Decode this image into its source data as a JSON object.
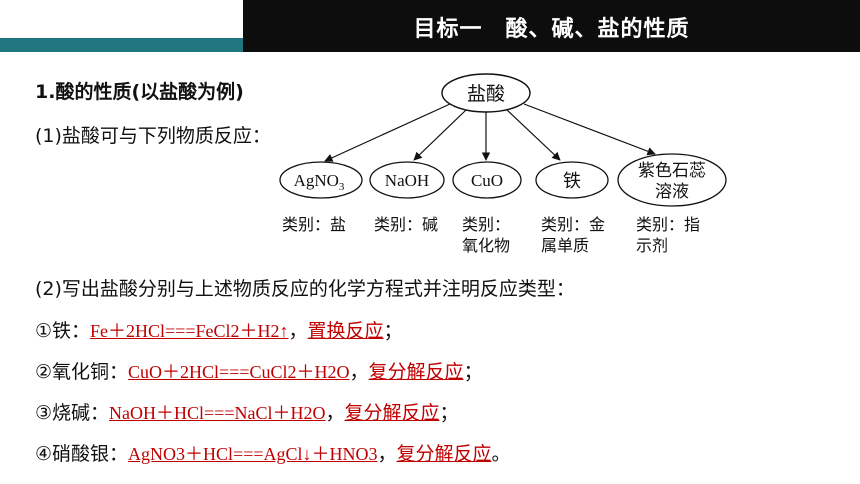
{
  "header": {
    "title": "目标一　酸、碱、盐的性质"
  },
  "section": {
    "heading": "1.酸的性质(以盐酸为例)"
  },
  "q1": {
    "text": "(1)盐酸可与下列物质反应："
  },
  "diagram": {
    "center": "盐酸",
    "nodes": [
      {
        "label": "AgNO3",
        "category_lines": [
          "类别：盐"
        ]
      },
      {
        "label": "NaOH",
        "category_lines": [
          "类别：碱"
        ]
      },
      {
        "label": "CuO",
        "category_lines": [
          "类别：",
          "氧化物"
        ]
      },
      {
        "label": "铁",
        "category_lines": [
          "类别：金",
          "属单质"
        ]
      },
      {
        "label_lines": [
          "紫色石蕊",
          "溶液"
        ],
        "category_lines": [
          "类别：指",
          "示剂"
        ]
      }
    ]
  },
  "q2": {
    "text": "(2)写出盐酸分别与上述物质反应的化学方程式并注明反应类型："
  },
  "items": [
    {
      "prefix": "①铁：",
      "equation": "Fe＋2HCl===FeCl2＋H2↑",
      "sep": "，",
      "type": "置换反应",
      "end": "；"
    },
    {
      "prefix": "②氧化铜：",
      "equation": "CuO＋2HCl===CuCl2＋H2O",
      "sep": "，",
      "type": "复分解反应",
      "end": "；"
    },
    {
      "prefix": "③烧碱：",
      "equation": "NaOH＋HCl===NaCl＋H2O",
      "sep": "，",
      "type": "复分解反应",
      "end": "；"
    },
    {
      "prefix": "④硝酸银：",
      "equation": "AgNO3＋HCl===AgCl↓＋HNO3",
      "sep": "，",
      "type": "复分解反应",
      "end": "。"
    }
  ]
}
